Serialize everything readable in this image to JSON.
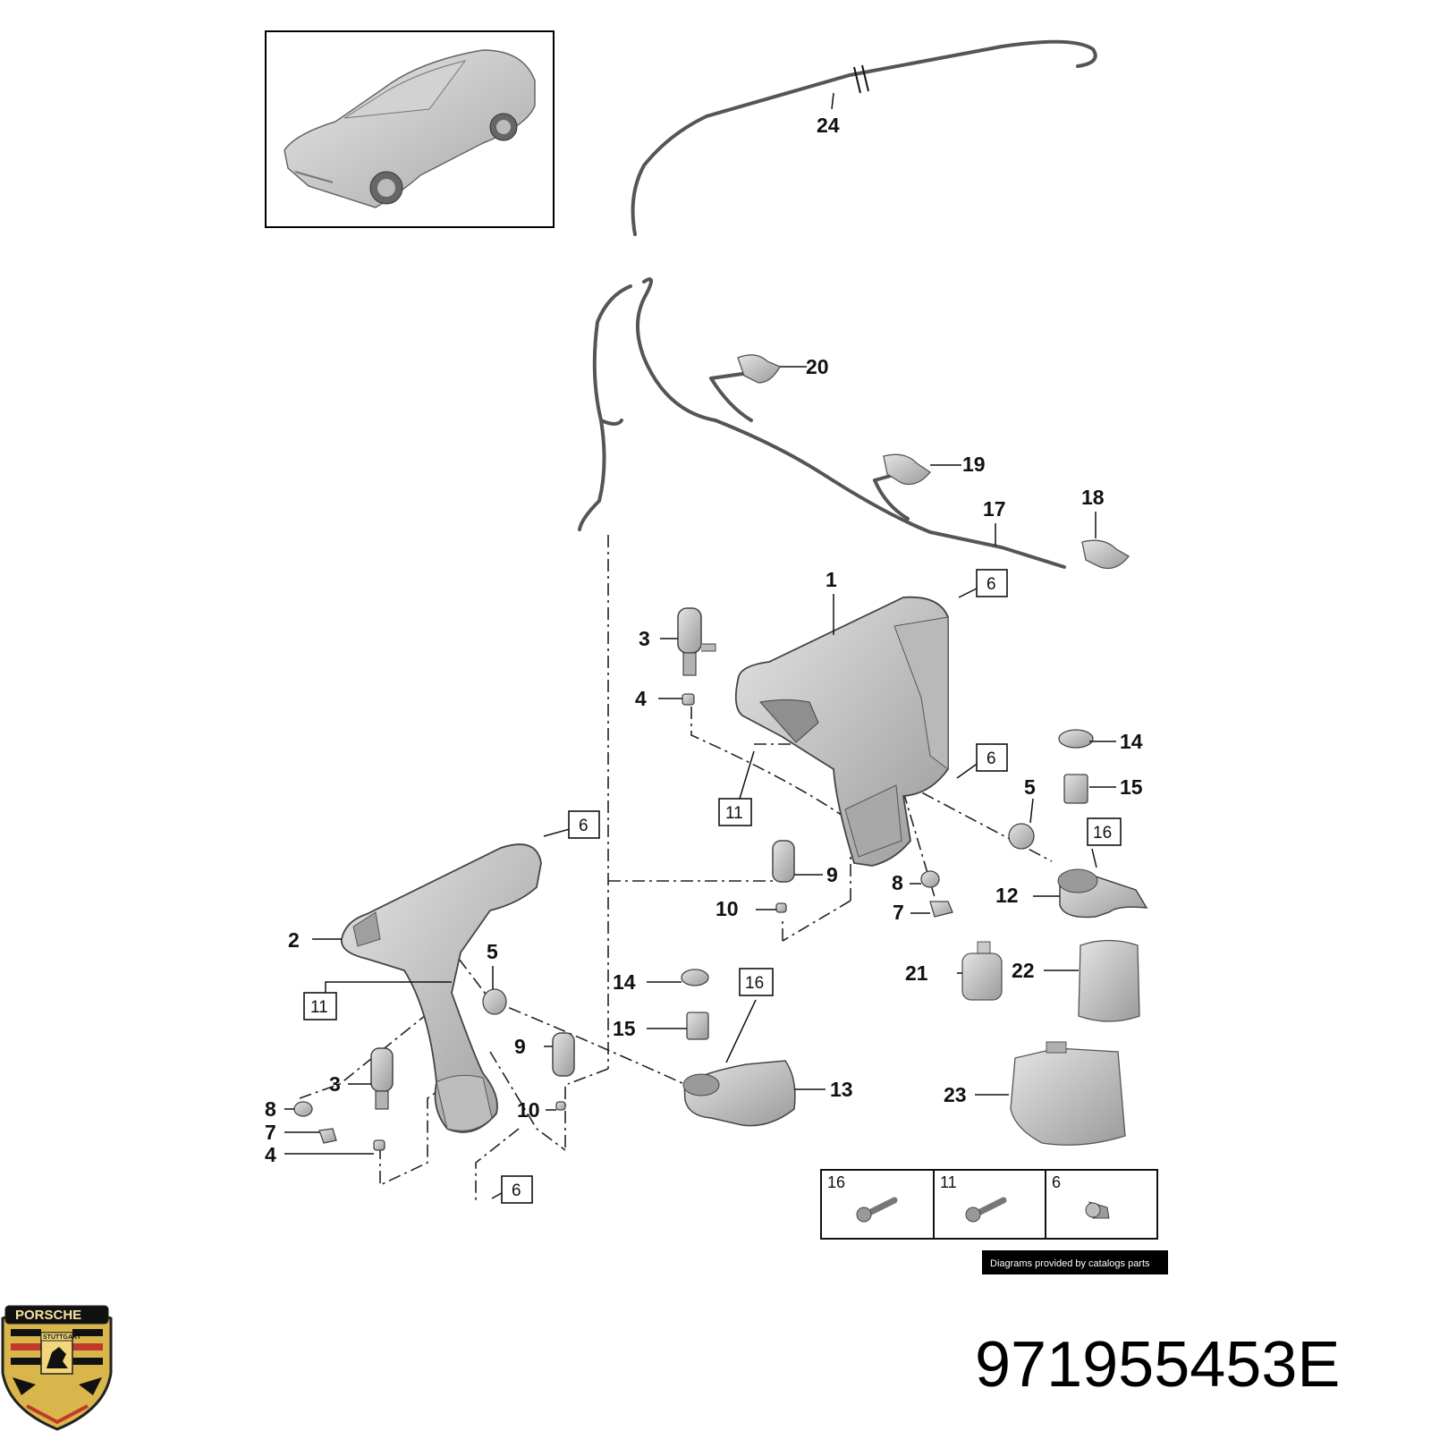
{
  "diagram": {
    "callouts": [
      "24",
      "20",
      "19",
      "17",
      "18",
      "1",
      "3",
      "4",
      "14",
      "15",
      "5",
      "9",
      "10",
      "8",
      "7",
      "12",
      "21",
      "22",
      "2",
      "23",
      "13"
    ],
    "ref_boxes": [
      "6",
      "11",
      "16"
    ],
    "legend": [
      {
        "ref": "16",
        "part": "bolt"
      },
      {
        "ref": "11",
        "part": "bolt"
      },
      {
        "ref": "6",
        "part": "nut"
      }
    ],
    "credit": "Diagrams provided by catalogs parts"
  },
  "brand": {
    "logo_text": "PORSCHE",
    "logo_subtext": "STUTTGART",
    "colors": {
      "gold": "#d8b64c",
      "red": "#c0392b",
      "black": "#111111"
    }
  },
  "part_number": "971955453E",
  "colors": {
    "part_fill": "#c9c9c9",
    "part_stroke": "#555555",
    "line": "#222222"
  }
}
